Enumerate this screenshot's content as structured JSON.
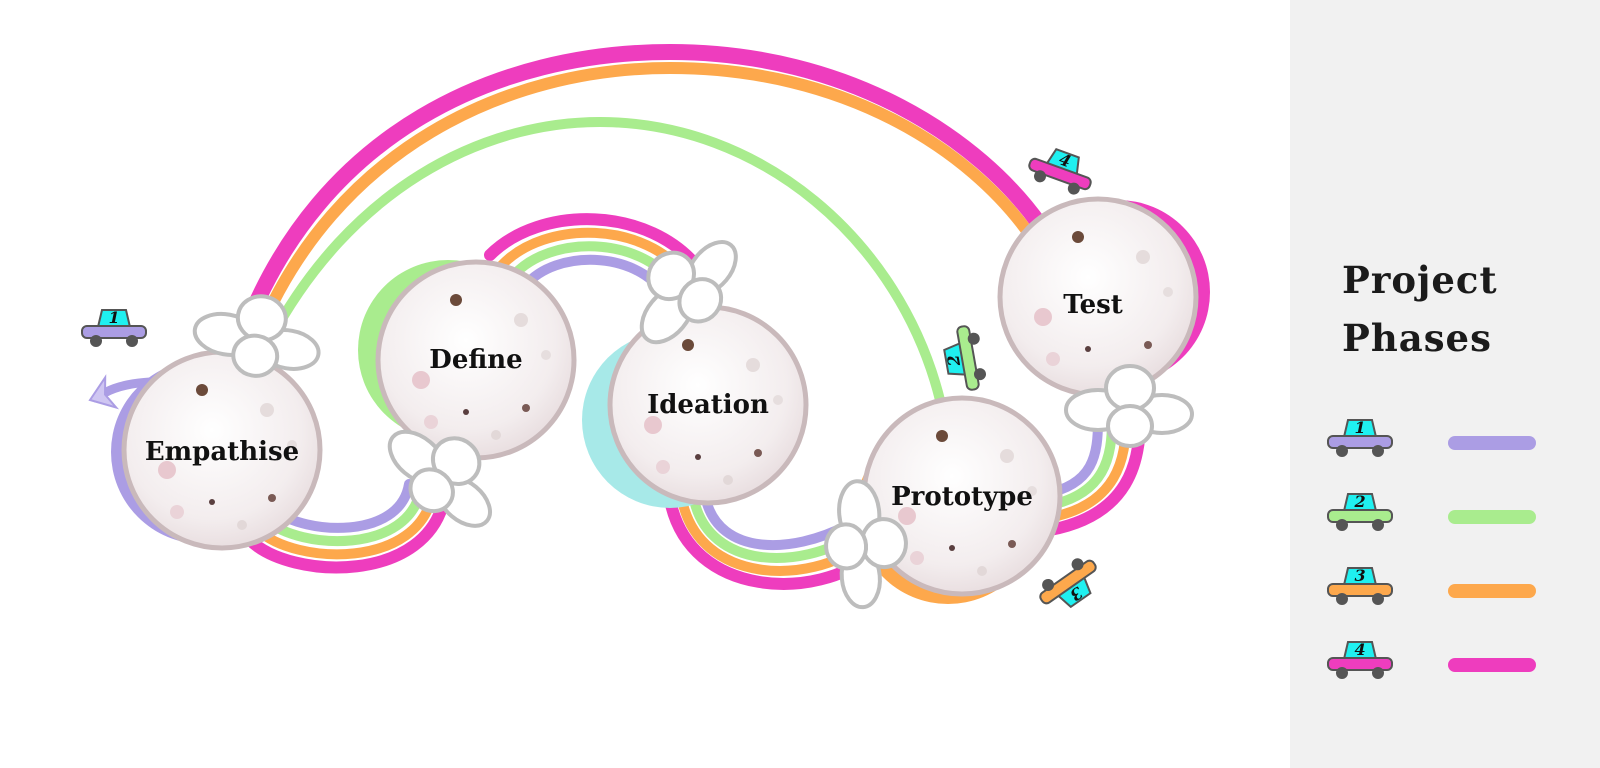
{
  "diagram": {
    "phases": [
      {
        "id": "empathise",
        "label": "Empathise"
      },
      {
        "id": "define",
        "label": "Define"
      },
      {
        "id": "ideation",
        "label": "Ideation"
      },
      {
        "id": "prototype",
        "label": "Prototype"
      },
      {
        "id": "test",
        "label": "Test"
      }
    ],
    "cars": [
      {
        "number": "1",
        "color": "#ab9de4"
      },
      {
        "number": "2",
        "color": "#a9ec8e"
      },
      {
        "number": "3",
        "color": "#fda84c"
      },
      {
        "number": "4",
        "color": "#ee3dbe"
      }
    ]
  },
  "legend": {
    "title_line1": "Project",
    "title_line2": "Phases",
    "items": [
      {
        "number": "1",
        "color": "#ab9de4"
      },
      {
        "number": "2",
        "color": "#a9ec8e"
      },
      {
        "number": "3",
        "color": "#fda84c"
      },
      {
        "number": "4",
        "color": "#ee3dbe"
      }
    ]
  },
  "colors": {
    "track1": "#ab9de4",
    "track2": "#a9ec8e",
    "track3": "#fda84c",
    "track4": "#ee3dbe",
    "car_body": "#1ff0f0",
    "moon": "#f4eff0",
    "moon_rim": "#c9b9bb",
    "panel": "#f1f1f1"
  }
}
